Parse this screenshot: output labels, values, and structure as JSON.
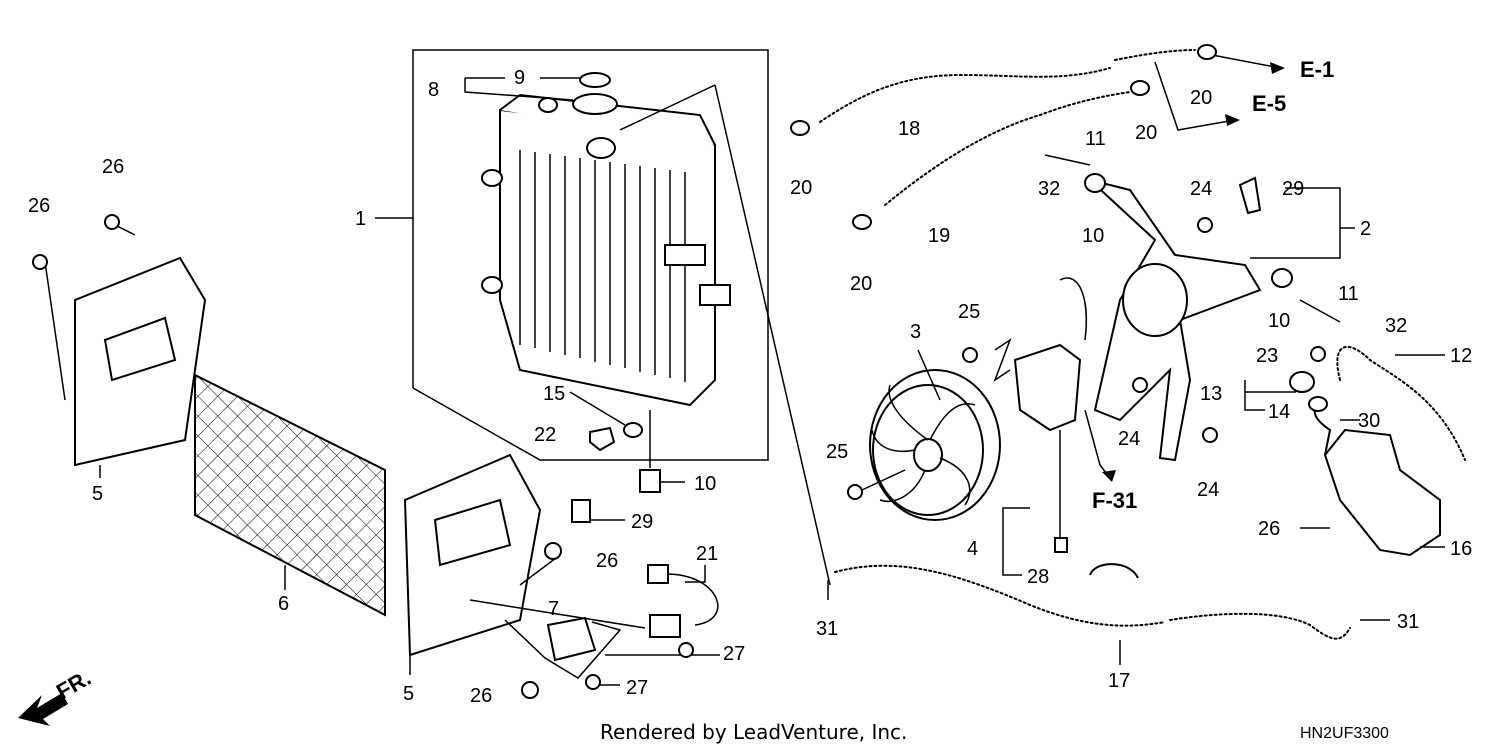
{
  "callouts": {
    "c1": "1",
    "c2": "2",
    "c3": "3",
    "c4": "4",
    "c5a": "5",
    "c5b": "5",
    "c6": "6",
    "c7": "7",
    "c8": "8",
    "c9": "9",
    "c10a": "10",
    "c10b": "10",
    "c10c": "10",
    "c11a": "11",
    "c11b": "11",
    "c12": "12",
    "c13": "13",
    "c14": "14",
    "c15": "15",
    "c16": "16",
    "c17": "17",
    "c18": "18",
    "c19": "19",
    "c20a": "20",
    "c20b": "20",
    "c20c": "20",
    "c20d": "20",
    "c21": "21",
    "c22": "22",
    "c23": "23",
    "c24a": "24",
    "c24b": "24",
    "c24c": "24",
    "c25a": "25",
    "c25b": "25",
    "c26a": "26",
    "c26b": "26",
    "c26c": "26",
    "c26d": "26",
    "c26e": "26",
    "c27a": "27",
    "c27b": "27",
    "c28": "28",
    "c29a": "29",
    "c29b": "29",
    "c30": "30",
    "c31a": "31",
    "c31b": "31",
    "c32a": "32",
    "c32b": "32"
  },
  "references": {
    "e1": "E-1",
    "e5": "E-5",
    "f31": "F-31",
    "front": "FR."
  },
  "footer": {
    "credit": "Rendered by LeadVenture, Inc.",
    "code": "HN2UF3300"
  }
}
